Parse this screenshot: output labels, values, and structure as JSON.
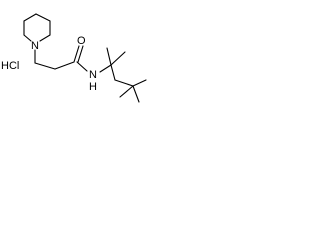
{
  "molecule": {
    "salt_label": "HCl",
    "ring_nitrogen_label": "N",
    "carbonyl_oxygen_label": "O",
    "amide_nitrogen_label": "N",
    "amide_hydrogen_label": "H"
  }
}
